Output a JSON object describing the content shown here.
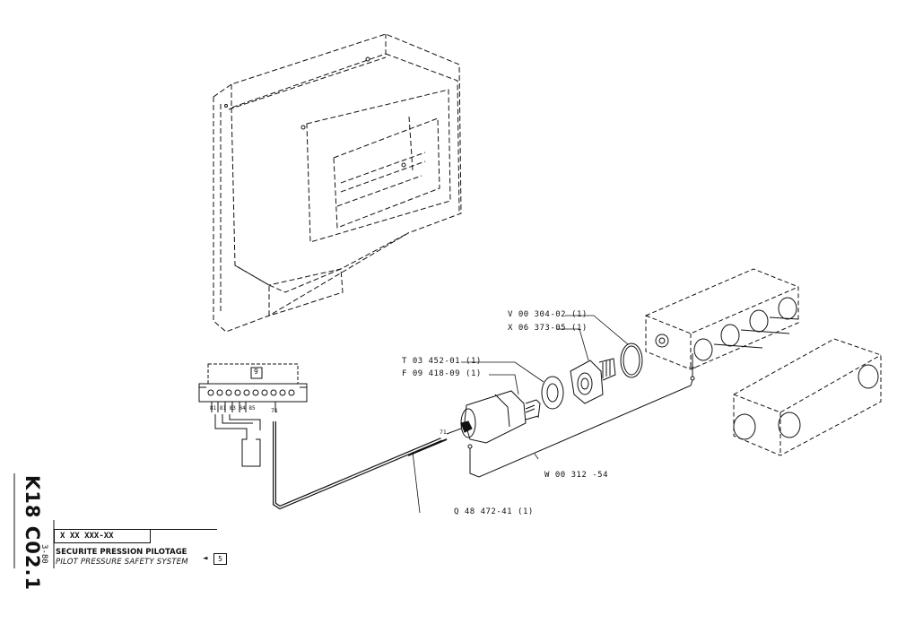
{
  "sheet": {
    "code": "K18 C02.1",
    "date": "3-80",
    "reference": "X XX XXX-XX",
    "title_fr": "SECURITE PRESSION PILOTAGE",
    "title_en": "PILOT PRESSURE SAFETY SYSTEM",
    "page_ref": "5",
    "page_arrow": "◄"
  },
  "part_labels": {
    "oring": "V 00 304-02 (1)",
    "adapter": "X 06 373-05 (1)",
    "washer": "T 03 452-01 (1)",
    "switch": "F 09 418-09 (1)",
    "wire": "W 00 312 -54",
    "cable": "Q 48 472-41 (1)"
  },
  "terminal": {
    "block_number": "9",
    "wire_numbers": "81 81 83 84 85",
    "terminal_71": "71",
    "cable_end_71": "71"
  }
}
